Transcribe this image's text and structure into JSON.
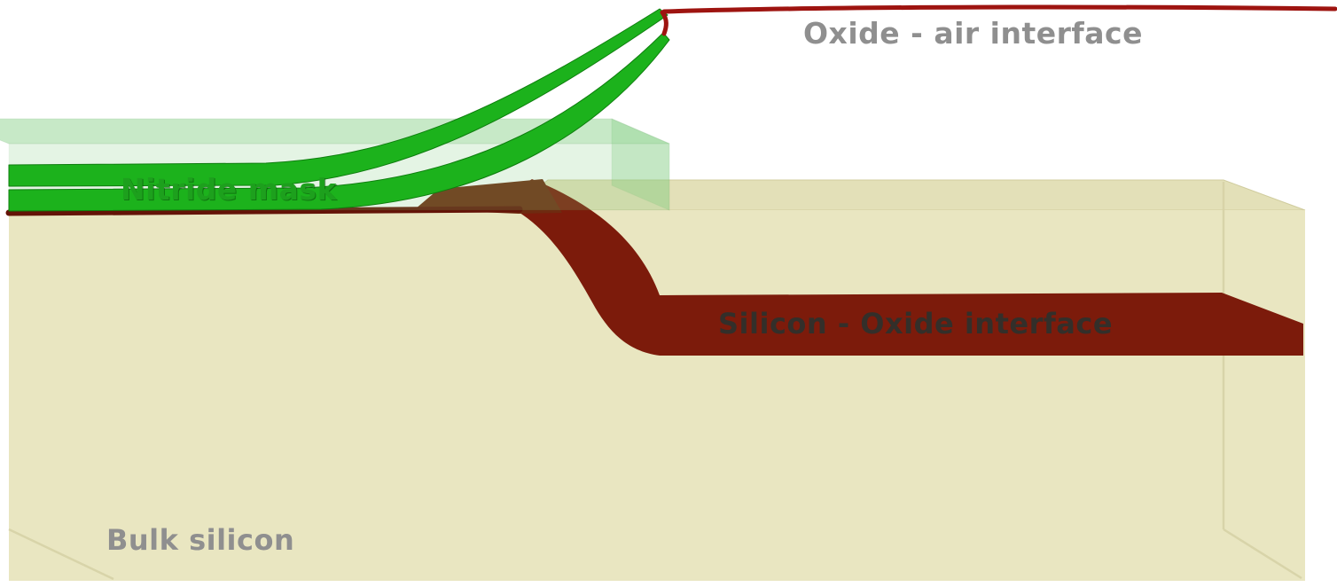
{
  "scene": {
    "description": "3D process-simulation view of LOCOS oxidation bird's beak structure"
  },
  "labels": {
    "oxide_air_interface": "Oxide - air interface",
    "nitride_mask": "Nitride mask",
    "silicon_oxide_interface": "Silicon - Oxide interface",
    "bulk_silicon": "Bulk silicon"
  },
  "colors": {
    "background": "#ffffff",
    "silicon_front": "#e9e6c1",
    "silicon_top": "#e3e0b8",
    "silicon_edge": "#d6d2a6",
    "nitride_green": "#1cb21c",
    "nitride_green_dark": "#0e7d0e",
    "nitride_box": "#7ccc7c",
    "oxide_maroon": "#7c1b0b",
    "oxide_maroon_dark": "#641307",
    "beak_brown": "#6f2a10",
    "oxide_air_line": "#9e1410",
    "label_gray": "#8f8f8f",
    "label_green": "#1da01d",
    "label_dark": "#332f2a"
  }
}
